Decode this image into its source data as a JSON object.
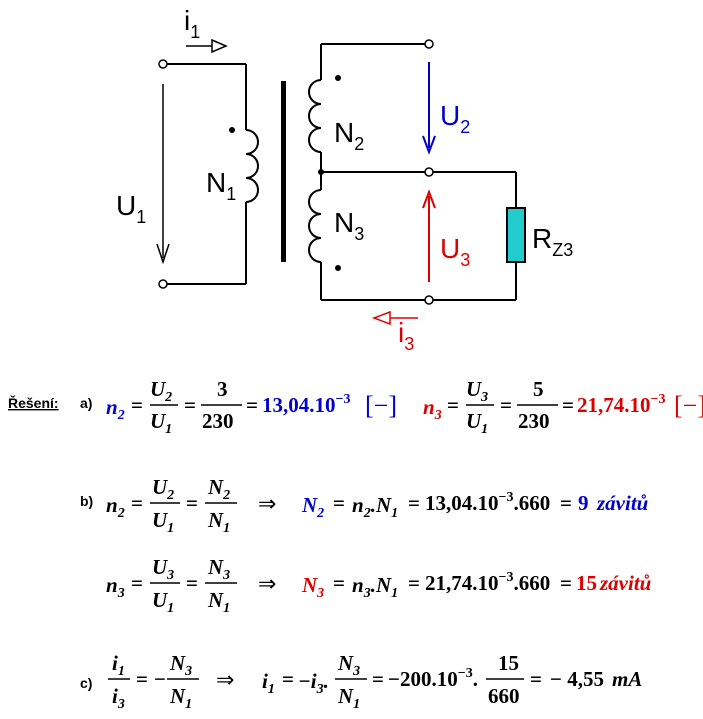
{
  "circuit": {
    "current_primary": "i",
    "current_primary_sub": "1",
    "voltage_primary": "U",
    "voltage_primary_sub": "1",
    "winding_primary": "N",
    "winding_primary_sub": "1",
    "winding_secondary2": "N",
    "winding_secondary2_sub": "2",
    "winding_secondary3": "N",
    "winding_secondary3_sub": "3",
    "voltage_secondary2": "U",
    "voltage_secondary2_sub": "2",
    "voltage_secondary3": "U",
    "voltage_secondary3_sub": "3",
    "load": "R",
    "load_sub": "Z3",
    "current_secondary3": "i",
    "current_secondary3_sub": "3",
    "color_blue": "#0000cc",
    "color_red": "#dd0000",
    "color_resistor": "#22cccc"
  },
  "solution": {
    "title": "Řešení:",
    "part_a": "a)",
    "part_b": "b)",
    "part_c": "c)",
    "a1": {
      "lhs": "n",
      "lhs_sub": "2",
      "num1": "U",
      "num1_sub": "2",
      "den1": "U",
      "den1_sub": "1",
      "num2": "3",
      "den2": "230",
      "result": "13,04.10",
      "exp": "−3",
      "unit": "[−]"
    },
    "a2": {
      "lhs": "n",
      "lhs_sub": "3",
      "num1": "U",
      "num1_sub": "3",
      "den1": "U",
      "den1_sub": "1",
      "num2": "5",
      "den2": "230",
      "result": "21,74.10",
      "exp": "−3",
      "unit": "[−]"
    },
    "b1": {
      "lhs": "n",
      "lhs_sub": "2",
      "f1n": "U",
      "f1n_sub": "2",
      "f1d": "U",
      "f1d_sub": "1",
      "f2n": "N",
      "f2n_sub": "2",
      "f2d": "N",
      "f2d_sub": "1",
      "arrow": "⇒",
      "res_lhs": "N",
      "res_lhs_sub": "2",
      "expr": "n",
      "expr_sub": "2",
      "expr2": ".N",
      "expr2_sub": "1",
      "value": "13,04.10",
      "exp": "−3",
      "tail": ".660",
      "result": "9",
      "unit": "závitů"
    },
    "b2": {
      "lhs": "n",
      "lhs_sub": "3",
      "f1n": "U",
      "f1n_sub": "3",
      "f1d": "U",
      "f1d_sub": "1",
      "f2n": "N",
      "f2n_sub": "3",
      "f2d": "N",
      "f2d_sub": "1",
      "arrow": "⇒",
      "res_lhs": "N",
      "res_lhs_sub": "3",
      "expr": "n",
      "expr_sub": "3",
      "expr2": ".N",
      "expr2_sub": "1",
      "value": "21,74.10",
      "exp": "−3",
      "tail": ".660",
      "result": "15",
      "unit": "závitů"
    },
    "c": {
      "f1n": "i",
      "f1n_sub": "1",
      "f1d": "i",
      "f1d_sub": "3",
      "minus": "−",
      "f2n": "N",
      "f2n_sub": "3",
      "f2d": "N",
      "f2d_sub": "1",
      "arrow": "⇒",
      "res_lhs": "i",
      "res_lhs_sub": "1",
      "expr": "−i",
      "expr_sub": "3",
      "f3n": "N",
      "f3n_sub": "3",
      "f3d": "N",
      "f3d_sub": "1",
      "value": "−200.10",
      "exp": "−3",
      "f4n": "15",
      "f4d": "660",
      "result": "− 4,55",
      "unit": "mA"
    }
  }
}
